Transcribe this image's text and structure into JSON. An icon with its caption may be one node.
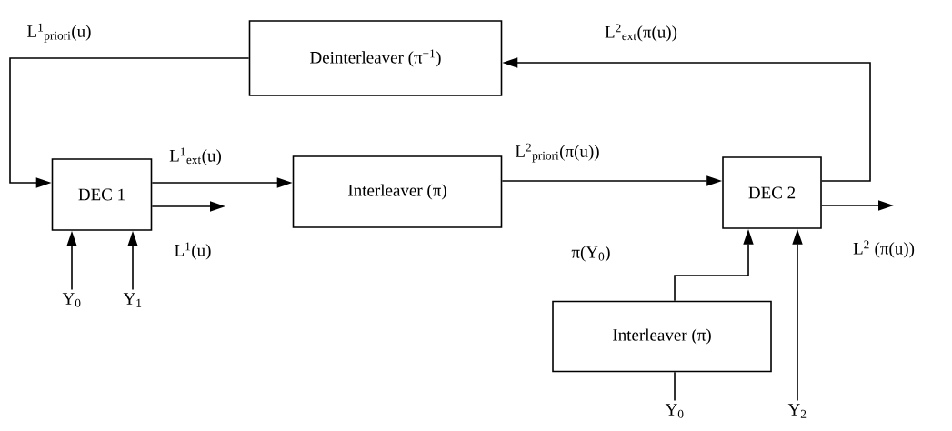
{
  "diagram": {
    "nodes": [
      {
        "text": [
          "Deinterleaver (π$^{−1}$)"
        ]
      },
      {
        "text": [
          "DEC 1"
        ]
      },
      {
        "text": [
          "Interleaver (π)"
        ]
      },
      {
        "text": [
          "DEC 2"
        ]
      },
      {
        "text": [
          "Interleaver (π)"
        ]
      },
      {
        "text": [
          "Y$_{0}$"
        ]
      },
      {
        "text": [
          "Y$_{1}$"
        ]
      },
      {
        "text": [
          "Y$_{0}$"
        ]
      },
      {
        "text": [
          "Y$_{2}$"
        ]
      }
    ],
    "edges": [
      {
        "from": 0,
        "to": 1,
        "arrow": "to",
        "label": "L$^{1}$$_{priori}$(u)"
      },
      {
        "from": 1,
        "to": 2,
        "arrow": "to",
        "label": "L$^{1}$$_{ext}$(u)"
      },
      {
        "from": 1,
        "to": null,
        "arrow": "to",
        "label": "L$^{1}$(u)"
      },
      {
        "from": 2,
        "to": 3,
        "arrow": "to",
        "label": "L$^{2}$$_{priori}$(π(u))"
      },
      {
        "from": 3,
        "to": 0,
        "arrow": "to",
        "label": "L$^{2}$$_{ext}$(π(u))"
      },
      {
        "from": 3,
        "to": null,
        "arrow": "to",
        "label": "L$^{2}$ (π(u))"
      },
      {
        "from": 5,
        "to": 1,
        "arrow": "to"
      },
      {
        "from": 6,
        "to": 1,
        "arrow": "to"
      },
      {
        "from": 4,
        "to": 3,
        "arrow": "to",
        "label": "π(Y$_{0}$)"
      },
      {
        "from": 7,
        "to": 4,
        "arrow": "none"
      },
      {
        "from": 8,
        "to": 3,
        "arrow": "to"
      }
    ]
  }
}
